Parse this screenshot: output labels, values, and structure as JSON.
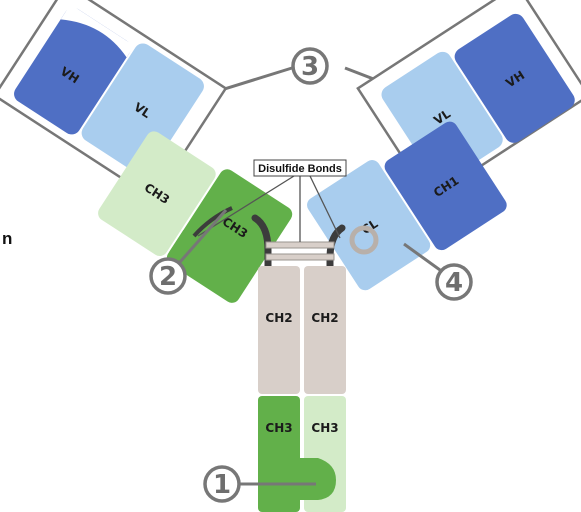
{
  "colors": {
    "heavy_variable": "#4f6fc4",
    "light_variable": "#a9cdee",
    "green_dark": "#62b04a",
    "green_light": "#d3ebc8",
    "hinge_gray": "#d8cfc9",
    "callout_gray": "#777777",
    "linker": "#3c3c3c"
  },
  "labels": {
    "vl_left": "VL",
    "vh_left": "VH",
    "ch3_top_left": "CH3",
    "ch3_light_left": "CH3",
    "vl_right": "VL",
    "vh_right": "VH",
    "cl_right": "CL",
    "ch1_right": "CH1",
    "ch2_left": "CH2",
    "ch2_right": "CH2",
    "ch3_bottom_left": "CH3",
    "ch3_bottom_right": "CH3",
    "disulfide_bonds": "Disulfide Bonds",
    "edge_fragment": "n"
  },
  "callouts": [
    "1",
    "2",
    "3",
    "4"
  ]
}
